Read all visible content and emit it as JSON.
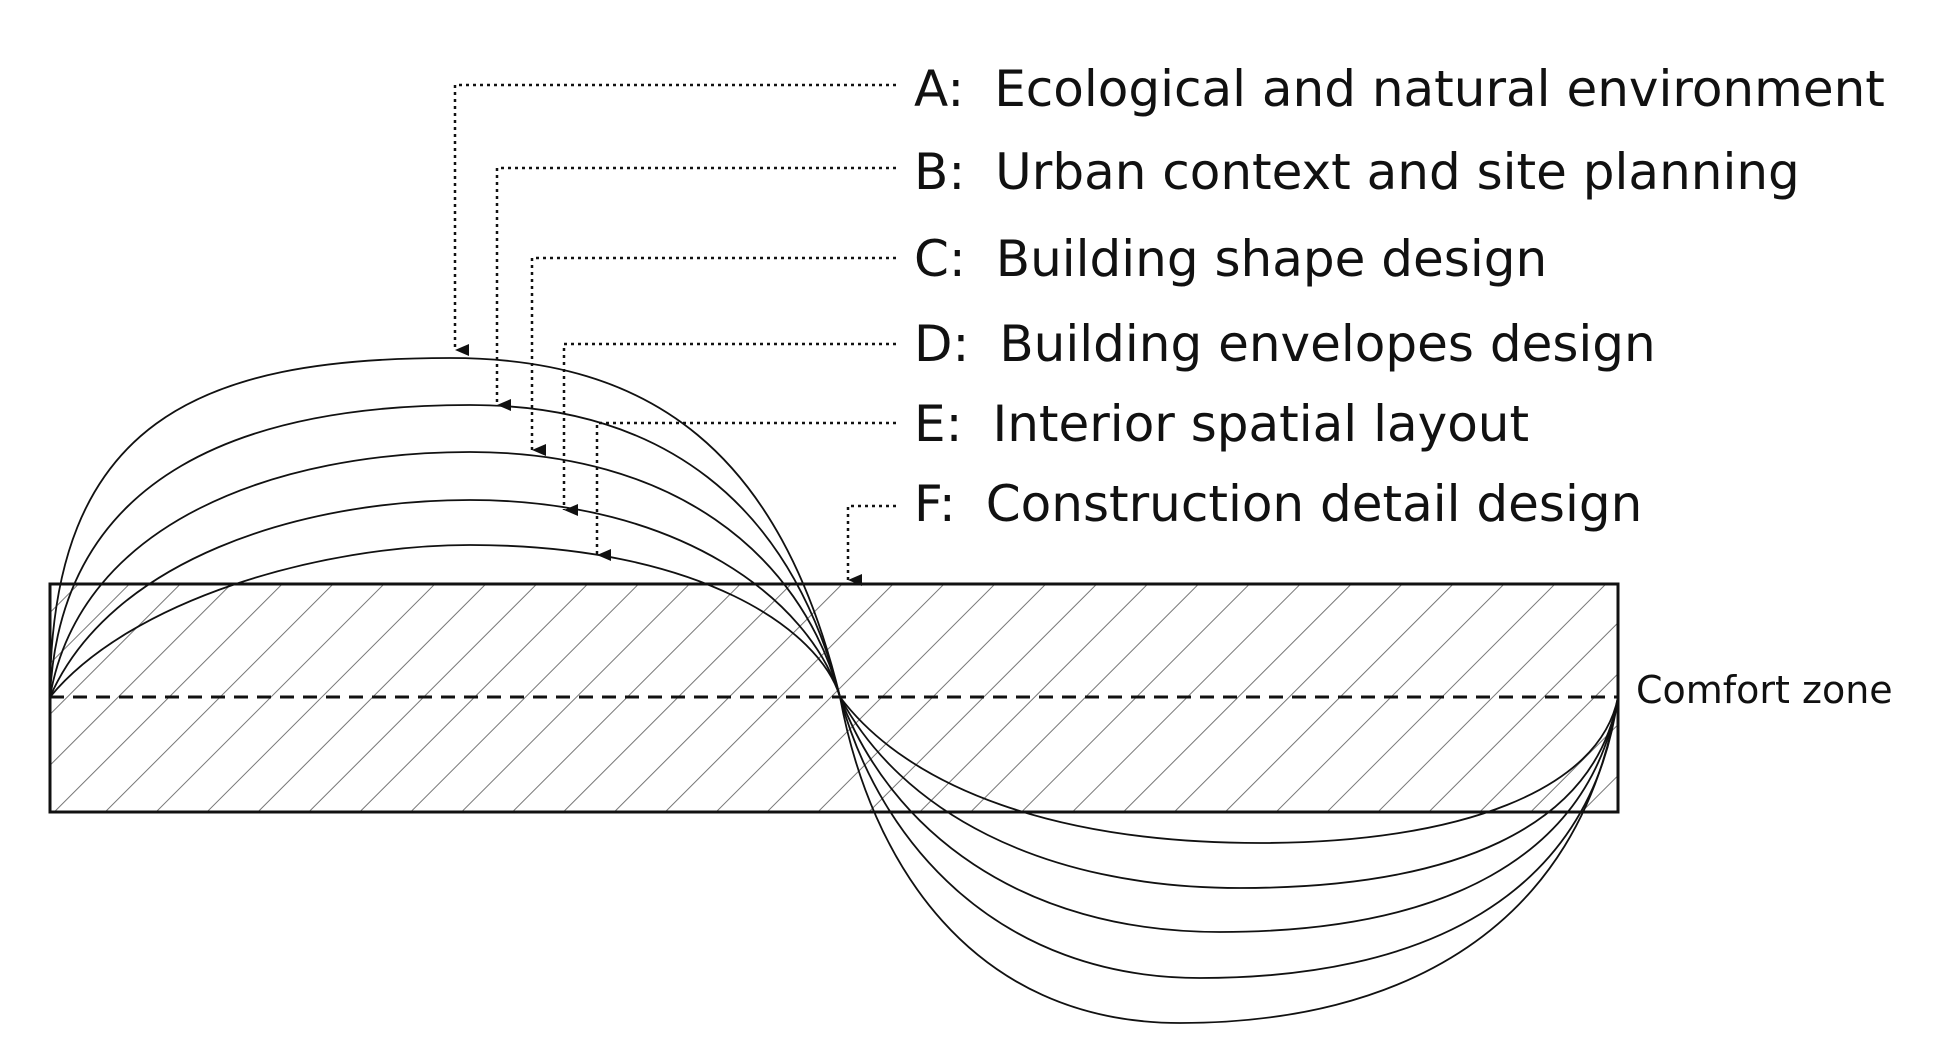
{
  "diagram": {
    "layers": [
      {
        "letter": "A",
        "separator": ":",
        "label": "Ecological and natural environment"
      },
      {
        "letter": "B",
        "separator": ":",
        "label": "Urban context and site planning"
      },
      {
        "letter": "C",
        "separator": ":",
        "label": "Building shape design"
      },
      {
        "letter": "D",
        "separator": ":",
        "label": "Building envelopes design"
      },
      {
        "letter": "E",
        "separator": ":",
        "label": "Interior spatial layout"
      },
      {
        "letter": "F",
        "separator": ":",
        "label": "Construction detail design"
      }
    ],
    "comfort_zone_label": "Comfort zone",
    "colors": {
      "line": "#111111",
      "hatch": "#777777",
      "background": "#ffffff"
    }
  }
}
